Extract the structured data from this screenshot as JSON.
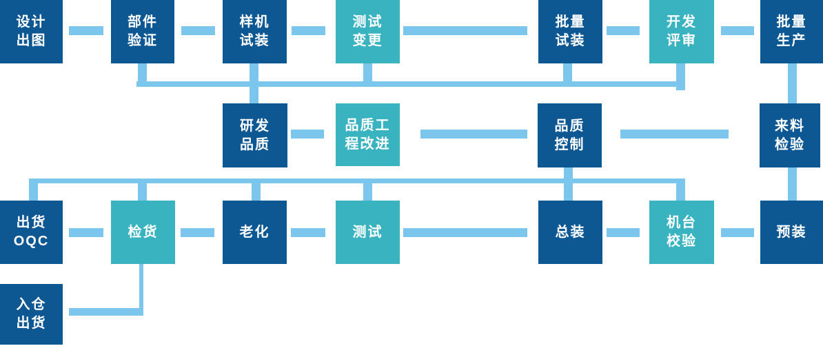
{
  "page": {
    "kind": "process-flowchart",
    "background": "#FFFFFF"
  },
  "colors": {
    "dark_box": "#0D5793",
    "teal_box": "#3AB3C1",
    "connector": "#7AC6EC",
    "label_text": "#FFFFFF"
  },
  "diagram": {
    "type": "flowchart",
    "nodes": {
      "design_drawing": {
        "label": "设计\n出图",
        "color": "dark_blue"
      },
      "component_verification": {
        "label": "部件\n验证",
        "color": "dark_blue"
      },
      "prototype_trial": {
        "label": "样机\n试装",
        "color": "dark_blue"
      },
      "test_change": {
        "label": "测试\n变更",
        "color": "teal"
      },
      "batch_trial": {
        "label": "批量\n试装",
        "color": "dark_blue"
      },
      "development_review": {
        "label": "开发\n评审",
        "color": "teal"
      },
      "mass_production": {
        "label": "批量\n生产",
        "color": "dark_blue"
      },
      "rd_quality": {
        "label": "研发\n品质",
        "color": "dark_blue"
      },
      "quality_eng_improve": {
        "label": "品质工\n程改进",
        "color": "teal"
      },
      "quality_control": {
        "label": "品质\n控制",
        "color": "dark_blue"
      },
      "incoming_inspection": {
        "label": "来料\n检验",
        "color": "dark_blue"
      },
      "shipment_oqc": {
        "label": "出货\nOQC",
        "color": "dark_blue"
      },
      "goods_inspection": {
        "label": "检货",
        "color": "teal"
      },
      "aging": {
        "label": "老化",
        "color": "dark_blue"
      },
      "testing": {
        "label": "测试",
        "color": "teal"
      },
      "final_assembly": {
        "label": "总装",
        "color": "dark_blue"
      },
      "machine_calibration": {
        "label": "机台\n校验",
        "color": "teal"
      },
      "pre_assembly": {
        "label": "预装",
        "color": "dark_blue"
      },
      "warehouse_shipping": {
        "label": "入仓\n出货",
        "color": "dark_blue"
      }
    }
  }
}
